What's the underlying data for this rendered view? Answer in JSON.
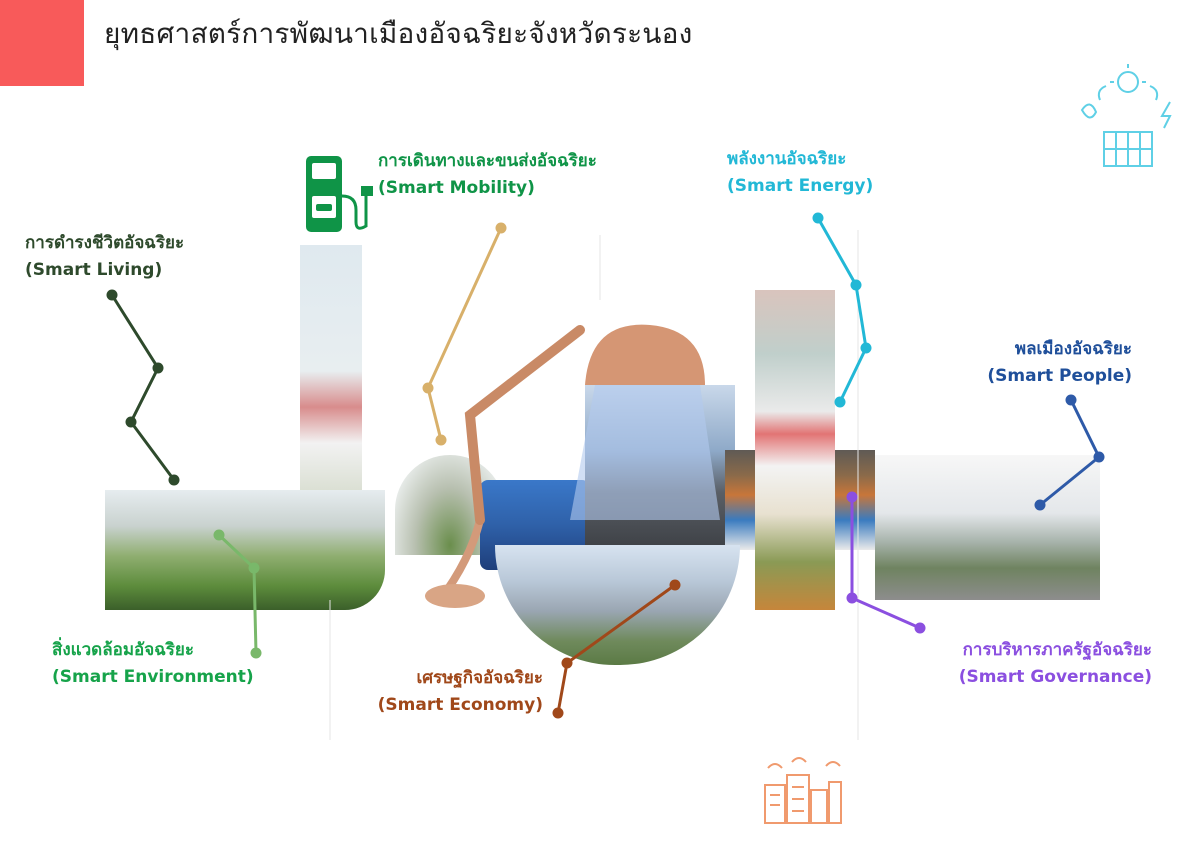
{
  "page": {
    "title": "ยุทธศาสตร์การพัฒนาเมืองอัจฉริยะจังหวัดระนอง",
    "accent_color": "#f85a5a"
  },
  "strategies": [
    {
      "key": "living",
      "name_th": "การดำรงชีวิตอัจฉริยะ",
      "name_en": "(Smart Living)",
      "color": "#2e4a2c"
    },
    {
      "key": "mobility",
      "name_th": "การเดินทางและขนส่งอัจฉริยะ",
      "name_en": "(Smart Mobility)",
      "color": "#0f9447"
    },
    {
      "key": "energy",
      "name_th": "พลังงานอัจฉริยะ",
      "name_en": "(Smart Energy)",
      "color": "#22b8d6"
    },
    {
      "key": "people",
      "name_th": "พลเมืองอัจฉริยะ",
      "name_en": "(Smart People)",
      "color": "#1f4f9a"
    },
    {
      "key": "environment",
      "name_th": "สิ่งแวดล้อมอัจฉริยะ",
      "name_en": "(Smart Environment)",
      "color": "#16a34a"
    },
    {
      "key": "economy",
      "name_th": "เศรษฐกิจอัจฉริยะ",
      "name_en": "(Smart Economy)",
      "color": "#a0481a"
    },
    {
      "key": "governance",
      "name_th": "การบริหารภาครัฐอัจฉริยะ",
      "name_en": "(Smart Governance)",
      "color": "#8b4fe0"
    }
  ],
  "icons": {
    "ev_charger": "ev-charging-station-icon",
    "energy": "renewable-energy-building-icon",
    "city": "smart-city-buildings-icon"
  }
}
